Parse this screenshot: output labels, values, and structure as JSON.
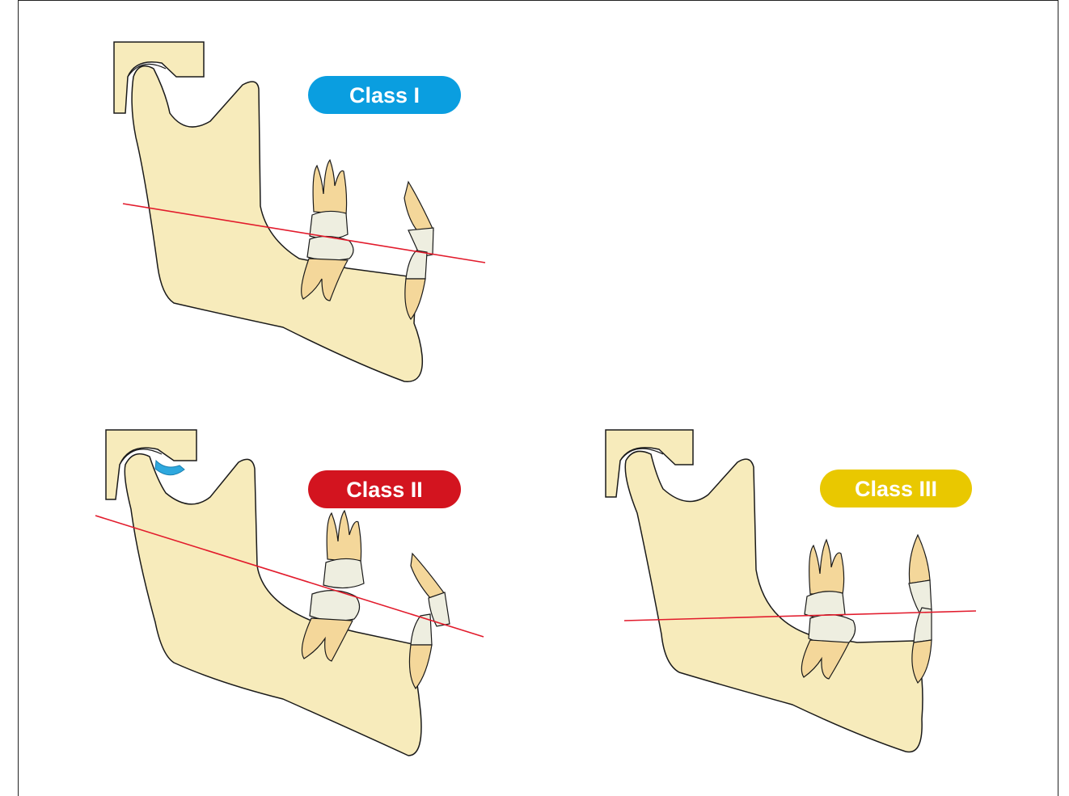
{
  "colors": {
    "bone": "#F7EBBB",
    "outline": "#1a1a1a",
    "tooth_crown": "#EEEEE0",
    "tooth_root": "#F4D79A",
    "occlusal_line": "#E21B2C",
    "highlight": "#2EA8DE",
    "class1": "#0A9EE0",
    "class2": "#D3141F",
    "class3": "#E9C800"
  },
  "panels": [
    {
      "label": "Class I",
      "color": "#0A9EE0"
    },
    {
      "label": "Class II",
      "color": "#D3141F"
    },
    {
      "label": "Class III",
      "color": "#E9C800"
    }
  ]
}
